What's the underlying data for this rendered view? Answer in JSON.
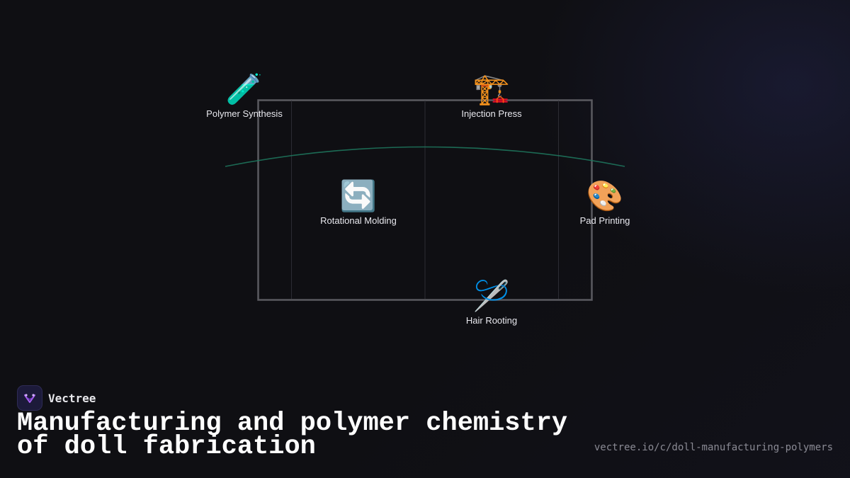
{
  "brand": {
    "name": "Vectree",
    "logo_icon": "vectree-logo-icon",
    "accent": "#a55cf0"
  },
  "page": {
    "title": "Manufacturing and polymer chemistry of doll fabrication",
    "url": "vectree.io/c/doll-manufacturing-polymers"
  },
  "diagram": {
    "frame_color": "#5a5a60",
    "curve_color": "#1f8a6a",
    "nodes": [
      {
        "id": "polymer-synthesis",
        "label": "Polymer Synthesis",
        "icon": "test-tube-icon",
        "glyph": "🧪"
      },
      {
        "id": "injection-press",
        "label": "Injection Press",
        "icon": "crane-icon",
        "glyph": "🏗️"
      },
      {
        "id": "rotational-molding",
        "label": "Rotational Molding",
        "icon": "rotate-arrows-icon",
        "glyph": "🔄"
      },
      {
        "id": "pad-printing",
        "label": "Pad Printing",
        "icon": "palette-icon",
        "glyph": "🎨"
      },
      {
        "id": "hair-rooting",
        "label": "Hair Rooting",
        "icon": "needle-thread-icon",
        "glyph": "🪡"
      }
    ]
  }
}
